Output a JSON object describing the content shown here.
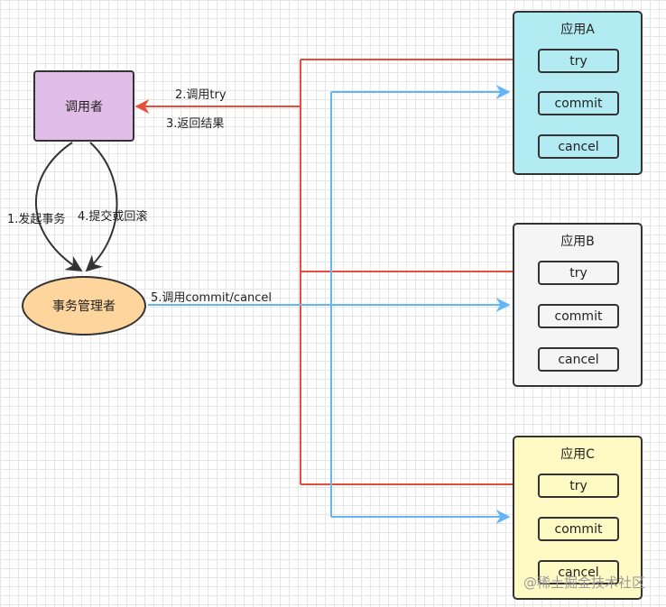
{
  "nodes": {
    "caller": "调用者",
    "transaction_manager": "事务管理者"
  },
  "apps": [
    {
      "title": "应用A",
      "buttons": [
        "try",
        "commit",
        "cancel"
      ],
      "color": "#b2ebf2"
    },
    {
      "title": "应用B",
      "buttons": [
        "try",
        "commit",
        "cancel"
      ],
      "color": "#f5f5f5"
    },
    {
      "title": "应用C",
      "buttons": [
        "try",
        "commit",
        "cancel"
      ],
      "color": "#fff9c4"
    }
  ],
  "edges": {
    "start_tx": "1.发起事务",
    "call_try": "2.调用try",
    "return_result": "3.返回结果",
    "commit_or_rollback": "4.提交或回滚",
    "call_commit_cancel": "5.调用commit/cancel"
  },
  "colors": {
    "red_line": "#e74c3c",
    "blue_line": "#64b5f6",
    "dark_line": "#333333"
  },
  "watermark": "@稀土掘金技术社区"
}
